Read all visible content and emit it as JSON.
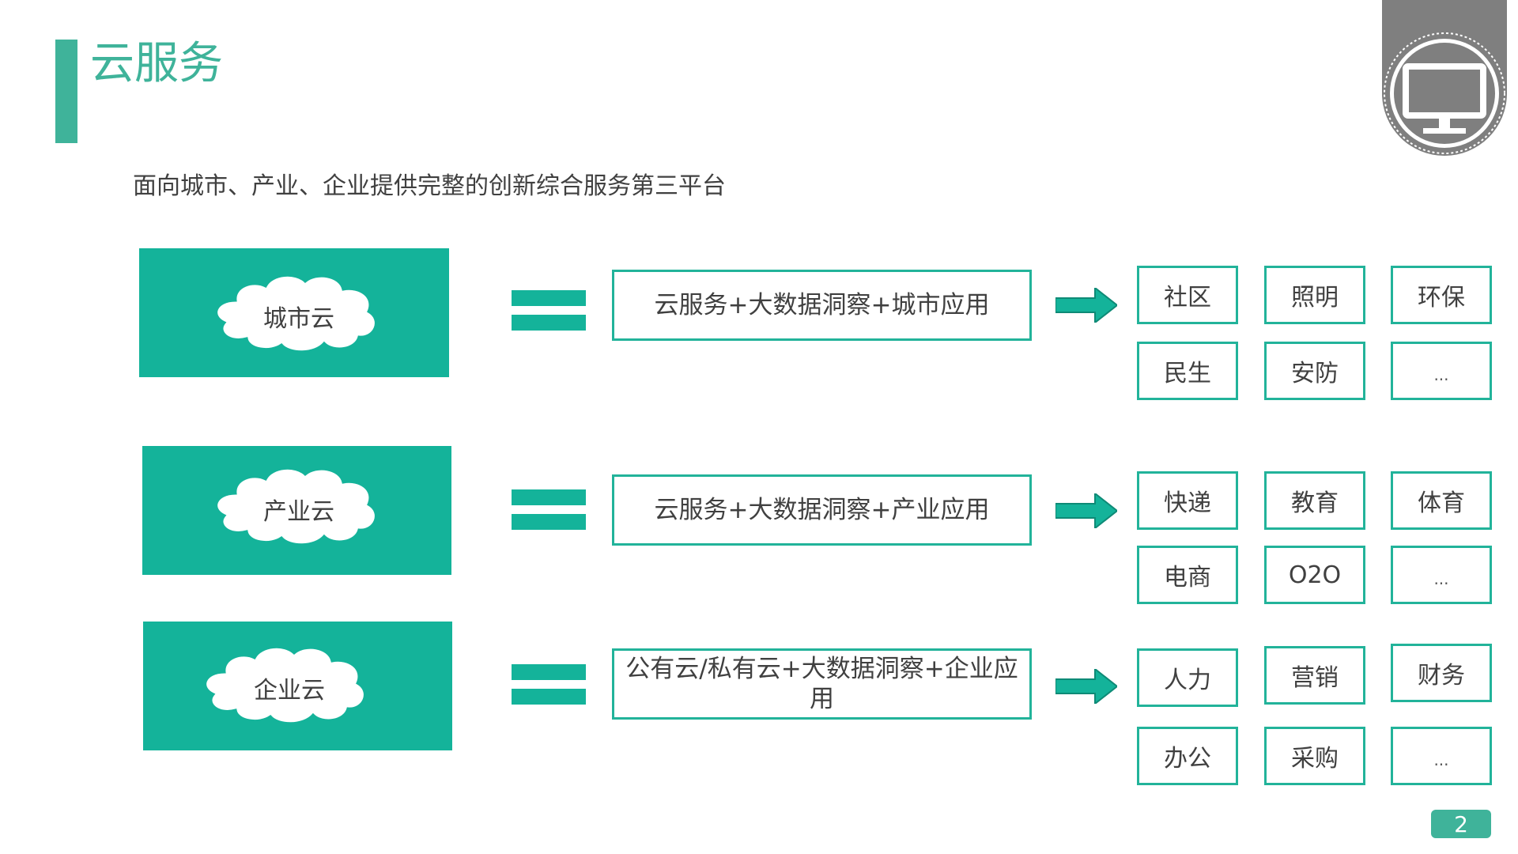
{
  "title": "云服务",
  "subtitle": "面向城市、产业、企业提供完整的创新综合服务第三平台",
  "rows": [
    {
      "cloud": "城市云",
      "formula": "云服务+大数据洞察+城市应用",
      "items": [
        "社区",
        "照明",
        "环保",
        "民生",
        "安防",
        "..."
      ]
    },
    {
      "cloud": "产业云",
      "formula": "云服务+大数据洞察+产业应用",
      "items": [
        "快递",
        "教育",
        "体育",
        "电商",
        "O2O",
        "..."
      ]
    },
    {
      "cloud": "企业云",
      "formula": "公有云/私有云+大数据洞察+企业应用",
      "items": [
        "人力",
        "营销",
        "财务",
        "办公",
        "采购",
        "..."
      ]
    }
  ],
  "page_number": "2",
  "colors": {
    "accent": "#3fb39a",
    "teal": "#14b39a",
    "gray": "#7f7f7f"
  },
  "icons": {
    "corner": "monitor-icon",
    "arrow": "right-arrow-icon",
    "cloud": "cloud-shape"
  }
}
